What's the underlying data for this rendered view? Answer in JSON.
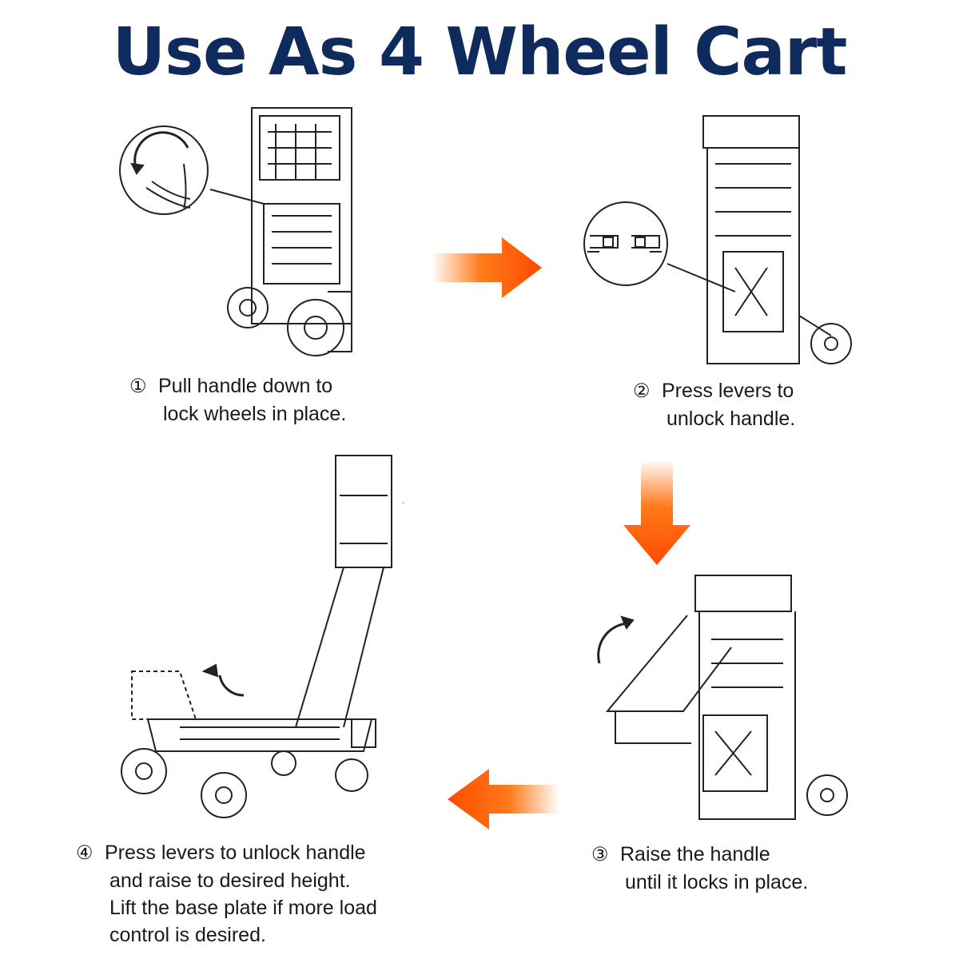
{
  "title": "Use As 4 Wheel Cart",
  "steps": [
    {
      "num": "①",
      "lines": [
        "Pull handle down to",
        "lock wheels in place."
      ]
    },
    {
      "num": "②",
      "lines": [
        "Press levers to",
        "unlock handle."
      ]
    },
    {
      "num": "③",
      "lines": [
        "Raise the handle",
        "until it locks in place."
      ]
    },
    {
      "num": "④",
      "lines": [
        "Press levers to unlock handle",
        "and raise to desired height.",
        "Lift the base plate if more load",
        "control is desired."
      ]
    }
  ],
  "colors": {
    "title": "#0f2a5c",
    "arrow": "#ff4a00",
    "arrow_fade": "#ffb070",
    "lines": "#222222"
  }
}
